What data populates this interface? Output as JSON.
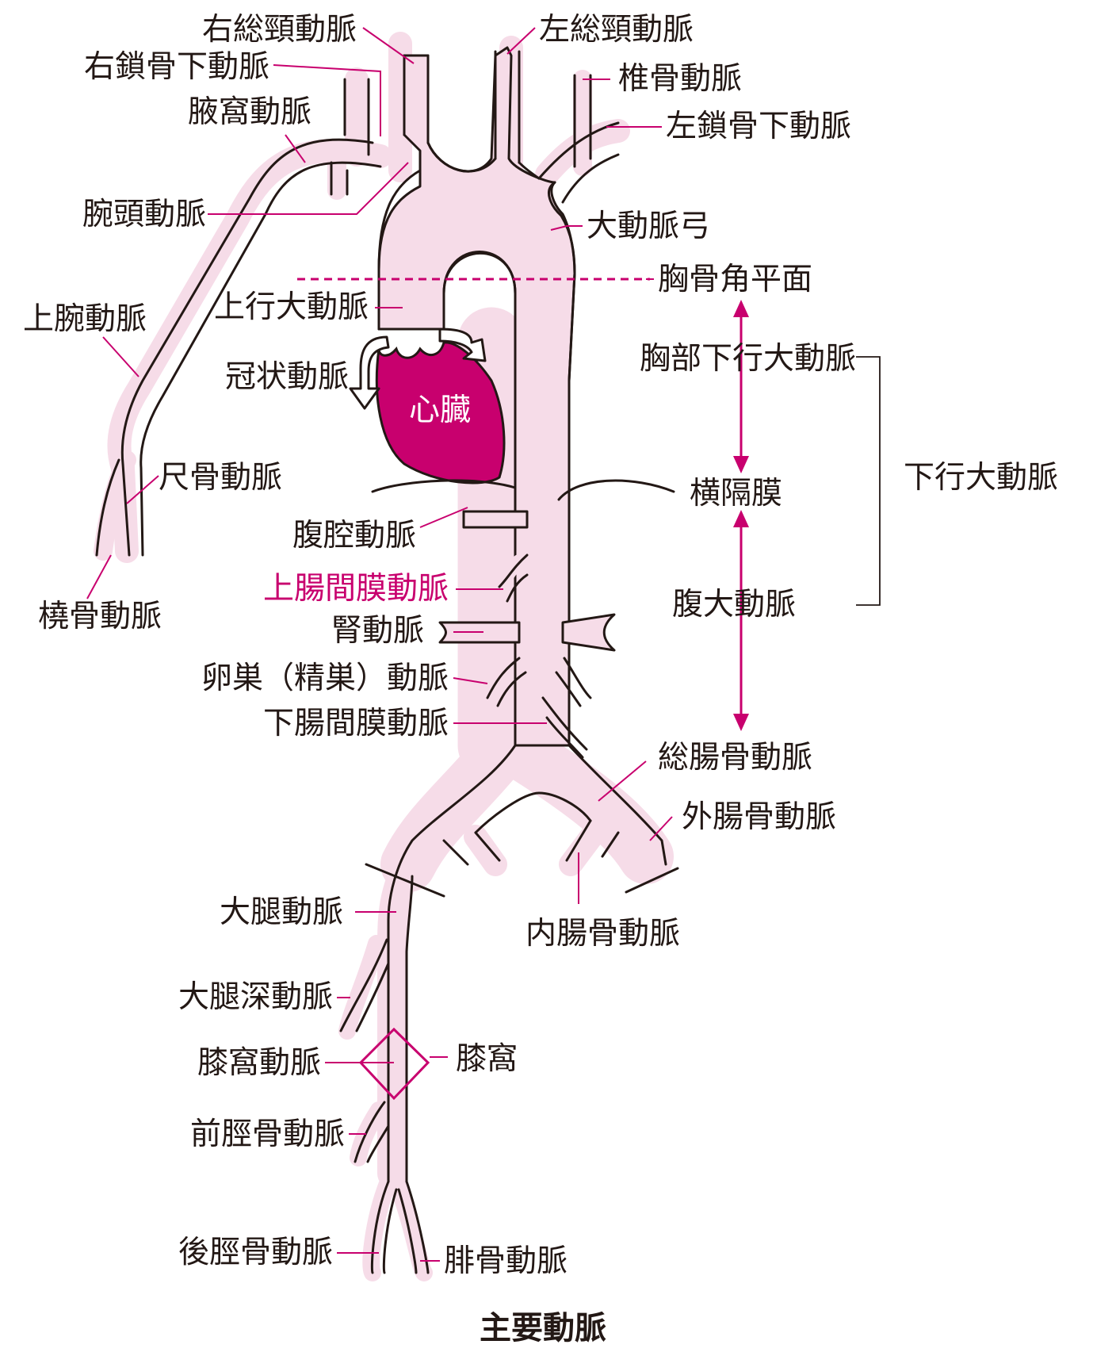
{
  "caption": "主要動脈",
  "heart_label": "心臓",
  "labels": {
    "right_common_carotid": "右総頸動脈",
    "left_common_carotid": "左総頸動脈",
    "right_subclavian": "右鎖骨下動脈",
    "vertebral": "椎骨動脈",
    "axillary": "腋窩動脈",
    "left_subclavian": "左鎖骨下動脈",
    "brachiocephalic": "腕頭動脈",
    "aortic_arch": "大動脈弓",
    "sternal_angle_plane": "胸骨角平面",
    "brachial": "上腕動脈",
    "ascending_aorta": "上行大動脈",
    "thoracic_descending_aorta": "胸部下行大動脈",
    "coronary": "冠状動脈",
    "ulnar": "尺骨動脈",
    "diaphragm": "横隔膜",
    "descending_aorta": "下行大動脈",
    "celiac": "腹腔動脈",
    "superior_mesenteric": "上腸間膜動脈",
    "abdominal_aorta": "腹大動脈",
    "radial": "橈骨動脈",
    "renal": "腎動脈",
    "ovarian_testicular": "卵巣（精巣）動脈",
    "inferior_mesenteric": "下腸間膜動脈",
    "common_iliac": "総腸骨動脈",
    "external_iliac": "外腸骨動脈",
    "femoral": "大腿動脈",
    "internal_iliac": "内腸骨動脈",
    "deep_femoral": "大腿深動脈",
    "popliteal": "膝窩動脈",
    "popliteal_fossa": "膝窩",
    "anterior_tibial": "前脛骨動脈",
    "posterior_tibial": "後脛骨動脈",
    "fibular": "腓骨動脈"
  },
  "colors": {
    "vessel_fill": "#f6dce8",
    "outline": "#231815",
    "accent_magenta": "#c8006e",
    "heart_fill": "#c8006e"
  }
}
